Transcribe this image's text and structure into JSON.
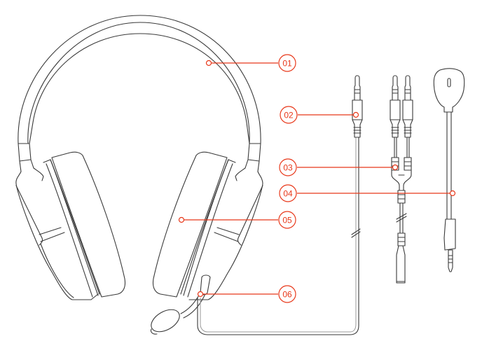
{
  "diagram": {
    "subject": "Gaming headset with detachable microphone and cables",
    "accent_color": "#e8381a",
    "line_color": "#3a3a3a",
    "background": "#ffffff",
    "callouts": [
      {
        "id": "01",
        "label": "01",
        "target": "headband"
      },
      {
        "id": "02",
        "label": "02",
        "target": "3.5mm-audio-cable-plug"
      },
      {
        "id": "03",
        "label": "03",
        "target": "pc-splitter-cable"
      },
      {
        "id": "04",
        "label": "04",
        "target": "detachable-boom-microphone"
      },
      {
        "id": "05",
        "label": "05",
        "target": "ear-cushion"
      },
      {
        "id": "06",
        "label": "06",
        "target": "microphone-port"
      }
    ]
  }
}
